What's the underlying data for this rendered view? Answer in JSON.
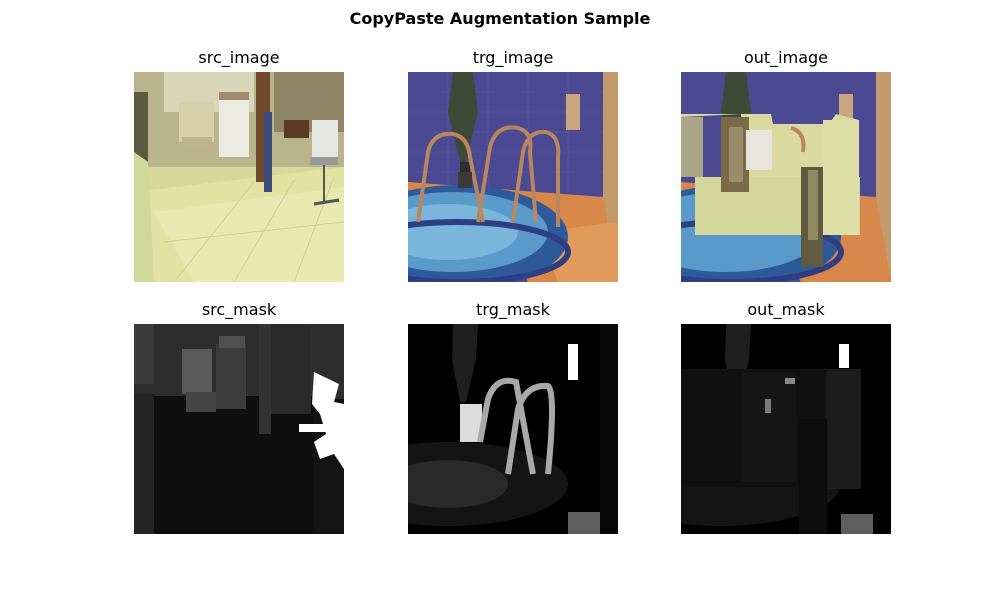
{
  "figure": {
    "title": "CopyPaste Augmentation Sample"
  },
  "panels": [
    {
      "key": "src_image",
      "title": "src_image"
    },
    {
      "key": "trg_image",
      "title": "trg_image"
    },
    {
      "key": "out_image",
      "title": "out_image"
    },
    {
      "key": "src_mask",
      "title": "src_mask"
    },
    {
      "key": "trg_mask",
      "title": "trg_mask"
    },
    {
      "key": "out_mask",
      "title": "out_mask"
    }
  ]
}
